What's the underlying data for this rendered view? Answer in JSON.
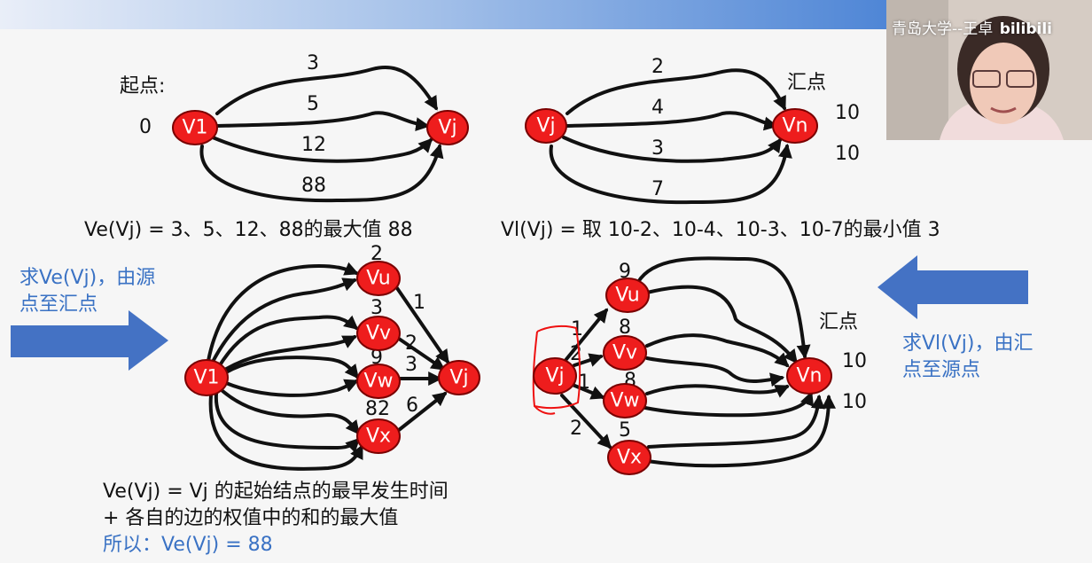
{
  "source_label": "起点:",
  "source_value": "0",
  "sink_label": "汇点",
  "sink_values": [
    "10",
    "10"
  ],
  "diagram1": {
    "nodes": [
      {
        "id": "V1",
        "label": "V1"
      },
      {
        "id": "Vj",
        "label": "Vj"
      }
    ],
    "edge_weights": [
      "3",
      "5",
      "12",
      "88"
    ]
  },
  "diagram2": {
    "nodes": [
      {
        "id": "Vj",
        "label": "Vj"
      },
      {
        "id": "Vn",
        "label": "Vn"
      }
    ],
    "edge_weights": [
      "2",
      "4",
      "3",
      "7"
    ]
  },
  "formula_ve": "Ve(Vj) = 3、5、12、88的最大值 88",
  "formula_vl": "Vl(Vj) = 取 10-2、10-4、10-3、10-7的最小值 3",
  "diagram3": {
    "nodes": [
      {
        "id": "V1",
        "label": "V1"
      },
      {
        "id": "Vu",
        "label": "Vu"
      },
      {
        "id": "Vv",
        "label": "Vv"
      },
      {
        "id": "Vw",
        "label": "Vw"
      },
      {
        "id": "Vx",
        "label": "Vx"
      },
      {
        "id": "Vj",
        "label": "Vj"
      }
    ],
    "in_weights": [
      "2",
      "3",
      "9",
      "82"
    ],
    "out_weights": [
      "1",
      "2",
      "3",
      "6"
    ]
  },
  "diagram4": {
    "nodes": [
      {
        "id": "Vj",
        "label": "Vj"
      },
      {
        "id": "Vu",
        "label": "Vu"
      },
      {
        "id": "Vv",
        "label": "Vv"
      },
      {
        "id": "Vw",
        "label": "Vw"
      },
      {
        "id": "Vx",
        "label": "Vx"
      },
      {
        "id": "Vn",
        "label": "Vn"
      }
    ],
    "out_weights": [
      "1",
      "2",
      "1",
      "2"
    ],
    "path_weights": [
      "9",
      "8",
      "8",
      "5"
    ],
    "sink_label": "汇点",
    "sink_values": [
      "10",
      "10"
    ]
  },
  "left_note": [
    "求Ve(Vj)，由源",
    "点至汇点"
  ],
  "right_note": [
    "求Vl(Vj)，由汇",
    "点至源点"
  ],
  "bottom_text": [
    "Ve(Vj) = Vj 的起始结点的最早发生时间",
    "+ 各自的边的权值中的和的最大值",
    "所以：Ve(Vj) = 88"
  ],
  "watermark": "青岛大学--王卓",
  "watermark_logo": "bilibili",
  "colors": {
    "node": "#ee1d1d",
    "arrow": "#4472c4",
    "note": "#3a72c4"
  }
}
